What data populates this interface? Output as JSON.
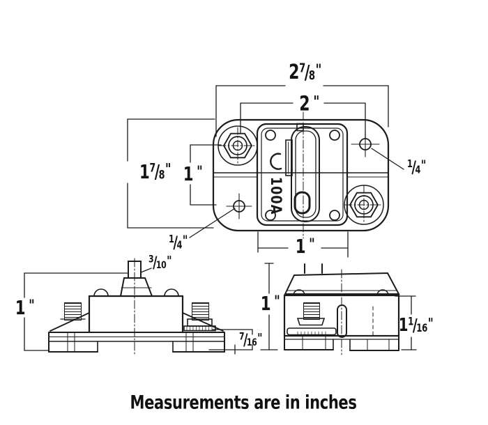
{
  "meta": {
    "footer": "Measurements are in inches",
    "line_color": "#1c1c1c",
    "background_color": "#ffffff"
  },
  "top_view": {
    "amperage_label": "100A",
    "dims": {
      "overall_width": {
        "whole": "2",
        "num": "7",
        "slash": "/",
        "den": "8",
        "unit": "\""
      },
      "stud_spacing": {
        "whole": "2",
        "unit": " \""
      },
      "overall_height": {
        "whole": "1",
        "num": "7",
        "slash": "/",
        "den": "8",
        "unit": "\""
      },
      "hole_offset": {
        "whole": "1",
        "unit": " \""
      },
      "mount_hole_left": {
        "num": "1",
        "slash": "/",
        "den": "4",
        "unit": "\""
      },
      "mount_hole_right": {
        "num": "1",
        "slash": "/",
        "den": "4",
        "unit": "\""
      },
      "panel_width": {
        "whole": "1",
        "unit": " \""
      }
    }
  },
  "side_view": {
    "dims": {
      "body_height": {
        "whole": "1",
        "unit": " \""
      },
      "lever_stem": {
        "num": "3",
        "slash": "/",
        "den": "10",
        "unit": "\""
      },
      "base_step": {
        "num": "7",
        "slash": "/",
        "den": "16",
        "unit": "\""
      }
    }
  },
  "end_view": {
    "dims": {
      "overall_height": {
        "whole": "1",
        "unit": " \""
      },
      "body_width": {
        "whole": "1",
        "num": "1",
        "slash": "/",
        "den": "16",
        "unit": "\""
      }
    }
  }
}
